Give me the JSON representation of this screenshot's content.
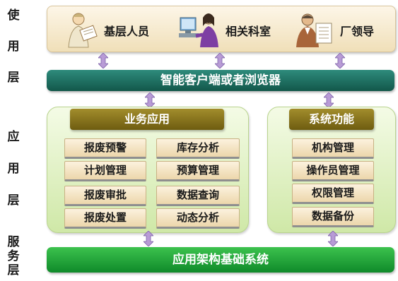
{
  "layers": {
    "user": "使用层",
    "app": "应用层",
    "service": "服务层"
  },
  "users": [
    {
      "label": "基层人员",
      "icon": "worker-with-documents-icon"
    },
    {
      "label": "相关科室",
      "icon": "office-staff-at-computer-icon"
    },
    {
      "label": "厂领导",
      "icon": "manager-reading-documents-icon"
    }
  ],
  "browser": "智能客户端或者浏览器",
  "business": {
    "title": "业务应用",
    "modules": [
      "报废预警",
      "库存分析",
      "计划管理",
      "预算管理",
      "报废审批",
      "数据查询",
      "报废处置",
      "动态分析"
    ]
  },
  "system": {
    "title": "系统功能",
    "modules": [
      "机构管理",
      "操作员管理",
      "权限管理",
      "数据备份"
    ]
  },
  "base": "应用架构基础系统",
  "colors": {
    "arrow": "#b89bd6",
    "browser_bar": "#1b6b5c",
    "base_bar": "#17a035",
    "panel_title": "#8b7a20"
  }
}
